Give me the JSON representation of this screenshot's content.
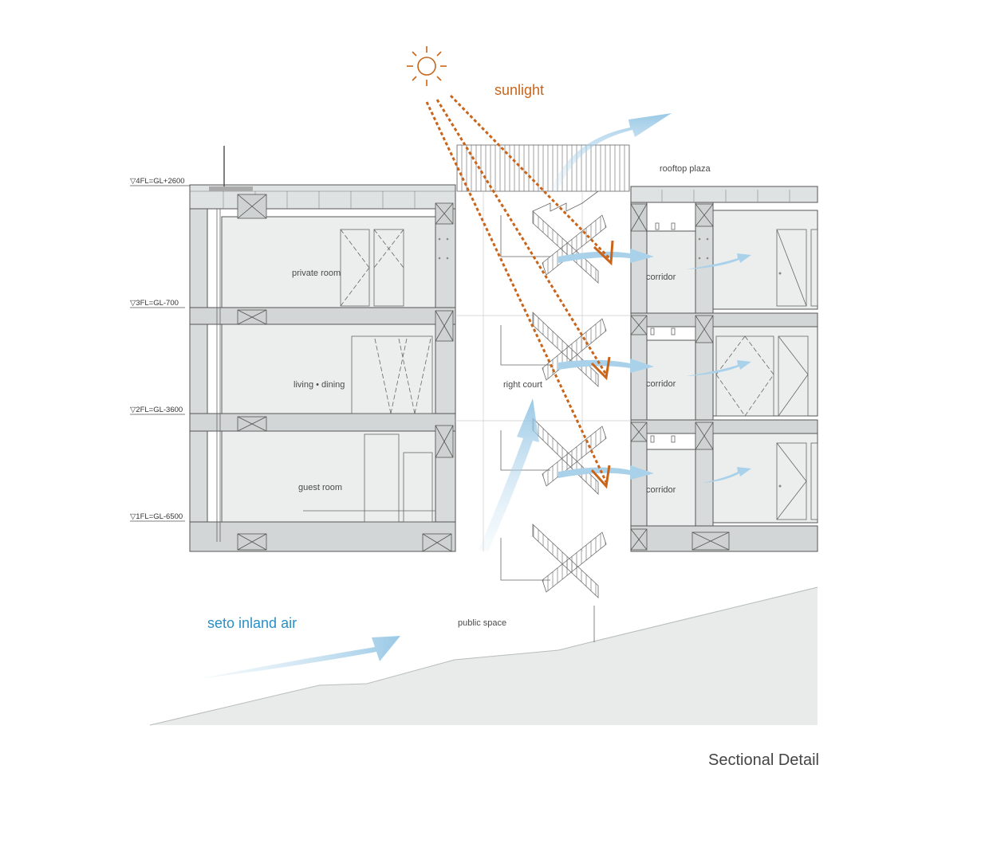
{
  "labels": {
    "sunlight": "sunlight",
    "rooftop_plaza": "rooftop plaza",
    "private_room": "private room",
    "living_dining": "living • dining",
    "guest_room": "guest room",
    "right_court": "right court",
    "corridor_top": "corridor",
    "corridor_mid": "corridor",
    "corridor_low": "corridor",
    "public_space": "public space",
    "seto_inland_air": "seto inland air",
    "title": "Sectional Detail"
  },
  "levels": [
    "▽4FL=GL+2600",
    "▽3FL=GL-700",
    "▽2FL=GL-3600",
    "▽1FL=GL-6500"
  ],
  "colors": {
    "sun": "#c8651b",
    "air": "#2a8fc6",
    "air_arrow": "#a9d1ea",
    "wall": "#d9dcdc",
    "room": "#eceeee",
    "line": "#555555",
    "ground": "#e8eaea"
  },
  "icons": [
    "sun-icon"
  ]
}
